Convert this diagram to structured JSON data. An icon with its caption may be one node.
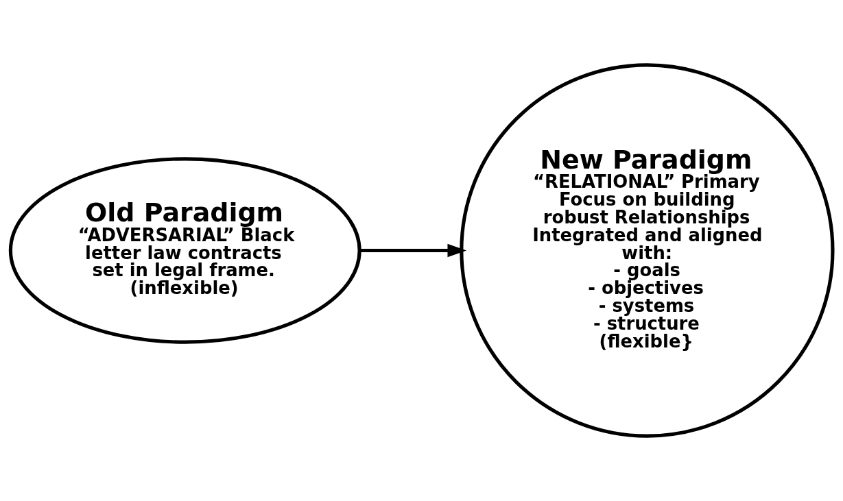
{
  "diagram": {
    "nodes": [
      {
        "text": [
          "Old Paradigm",
          "“ADVERSARIAL” Black letter law contracts set in legal frame.",
          "(inflexible)"
        ]
      },
      {
        "text": [
          "New Paradigm",
          "“RELATIONAL” Primary Focus on building robust Relationships",
          "Integrated and aligned with:",
          "- goals",
          "- objectives",
          "- systems",
          "- structure",
          "(flexible}"
        ]
      }
    ],
    "edges": [
      {
        "from": 0,
        "to": 1,
        "arrow": "to"
      }
    ]
  }
}
